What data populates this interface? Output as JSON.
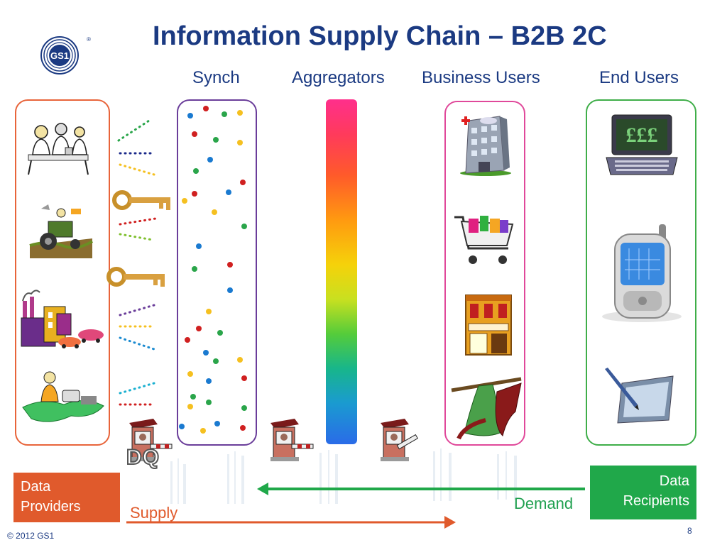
{
  "title": "Information Supply Chain – B2B 2C",
  "logo": {
    "text": "GS1",
    "registered": "®",
    "color": "#1b3a82"
  },
  "columns": {
    "synch": "Synch",
    "aggregators": "Aggregators",
    "business_users": "Business Users",
    "end_users": "End Users"
  },
  "badge": {
    "text": "DQ"
  },
  "boxes": {
    "providers": {
      "line1": "Data",
      "line2": "Providers",
      "color": "#e05a2c"
    },
    "recipients": {
      "line1": "Data",
      "line2": "Recipients",
      "color": "#20a84a"
    }
  },
  "flows": {
    "supply": "Supply",
    "demand": "Demand"
  },
  "footer": {
    "copyright": "© 2012 GS1",
    "page": "8"
  },
  "icons": {
    "providers": [
      "office-workers-icon",
      "farmer-tractor-icon",
      "factory-icon",
      "seamstress-icon"
    ],
    "business": [
      "hospital-building-icon",
      "shopping-cart-icon",
      "bookstore-icon",
      "clothing-icon"
    ],
    "end_users": [
      "laptop-pound-icon",
      "mobile-phone-icon",
      "tablet-pen-icon"
    ],
    "gates": [
      "toll-gate-icon",
      "key-icon"
    ]
  },
  "colors": {
    "title": "#1b3a82",
    "providers_border": "#e8643a",
    "synch_border": "#6a3d9a",
    "business_border": "#e0489a",
    "end_border": "#3fae49"
  }
}
